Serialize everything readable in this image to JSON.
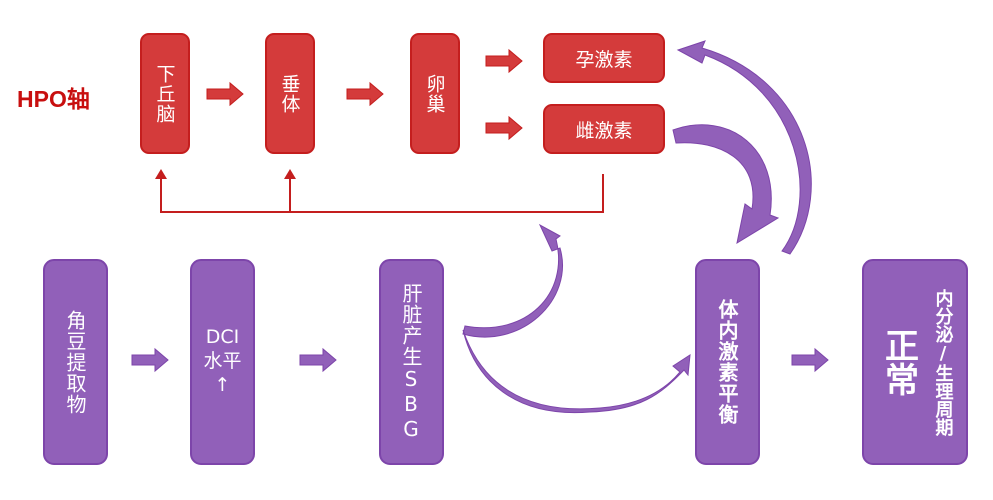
{
  "title": "HPO轴",
  "colors": {
    "red_fill": "#d43b3b",
    "red_line": "#c41e1e",
    "purple_fill": "#9160b9",
    "purple_line": "#7d45aa",
    "title_red": "#c80f0f"
  },
  "hpo_axis": {
    "nodes": [
      {
        "id": "hypothalamus",
        "label": "下丘脑"
      },
      {
        "id": "pituitary",
        "label": "垂体"
      },
      {
        "id": "ovary",
        "label": "卵巢"
      },
      {
        "id": "progesterone",
        "label": "孕激素"
      },
      {
        "id": "estrogen",
        "label": "雌激素"
      }
    ],
    "edges": [
      {
        "from": "hypothalamus",
        "to": "pituitary"
      },
      {
        "from": "pituitary",
        "to": "ovary"
      },
      {
        "from": "ovary",
        "to": "progesterone"
      },
      {
        "from": "ovary",
        "to": "estrogen"
      },
      {
        "from": "estrogen",
        "to": "hypothalamus",
        "type": "feedback"
      },
      {
        "from": "estrogen",
        "to": "pituitary",
        "type": "feedback"
      }
    ]
  },
  "pathway": {
    "nodes": [
      {
        "id": "carob-extract",
        "label": "角豆提取物"
      },
      {
        "id": "dci-level",
        "line1": "DCI",
        "line2": "水平",
        "line3": "↑"
      },
      {
        "id": "liver-sbg",
        "label": "肝脏产生SBG"
      },
      {
        "id": "hormone-balance",
        "label": "体内激素平衡"
      },
      {
        "id": "normal-cycle",
        "small": "内分泌/生理周期",
        "big": "正常"
      }
    ],
    "edges": [
      {
        "from": "carob-extract",
        "to": "dci-level"
      },
      {
        "from": "dci-level",
        "to": "liver-sbg"
      },
      {
        "from": "liver-sbg",
        "to": "hpo-feedback-line",
        "type": "curved"
      },
      {
        "from": "liver-sbg",
        "to": "hormone-balance",
        "type": "curved"
      },
      {
        "from": "estrogen",
        "to": "hormone-balance",
        "type": "curved"
      },
      {
        "from": "hormone-balance",
        "to": "progesterone",
        "type": "curved"
      },
      {
        "from": "hormone-balance",
        "to": "normal-cycle"
      }
    ]
  }
}
